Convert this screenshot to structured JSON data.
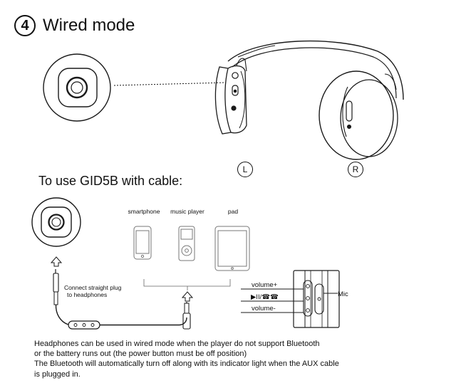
{
  "header": {
    "step_number": "4",
    "title": "Wired mode"
  },
  "headphones": {
    "left_label": "L",
    "right_label": "R"
  },
  "section": {
    "heading": "To use GID5B with cable:"
  },
  "devices": [
    {
      "label": "smartphone",
      "icon": "smartphone-icon"
    },
    {
      "label": "music player",
      "icon": "music-player-icon"
    },
    {
      "label": "pad",
      "icon": "tablet-icon"
    }
  ],
  "cable": {
    "note_line1": "Connect straight plug",
    "note_line2": "to headphones"
  },
  "controls": {
    "volume_up": "volume+",
    "play_pause": "▶II/☎☎",
    "volume_down": "volume-",
    "mic": "Mic"
  },
  "body": {
    "line1": "Headphones can be used in wired mode when the player do not support Bluetooth",
    "line2": "or the battery runs out (the power button must be off position)",
    "line3": "The Bluetooth will automatically turn off along with its indicator light when the AUX cable",
    "line4": "is plugged in."
  }
}
